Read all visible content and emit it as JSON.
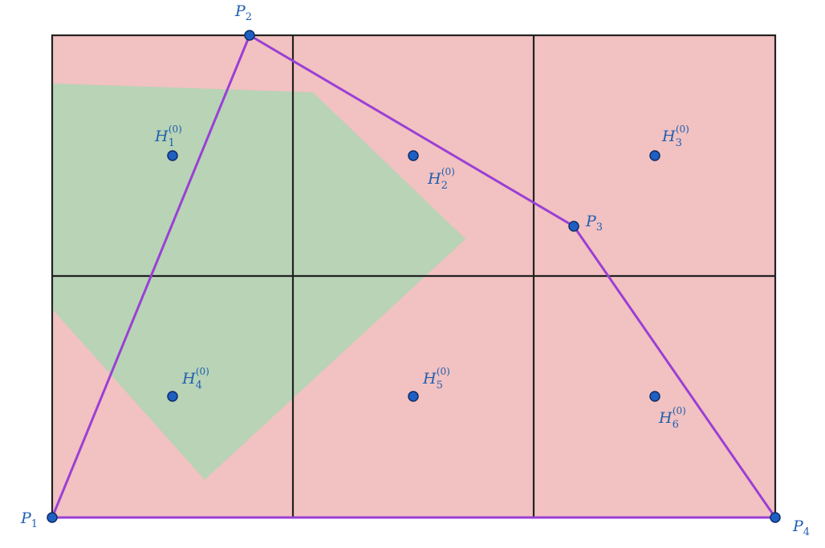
{
  "colors": {
    "cell_fill": "#f2c1c1",
    "region_fill": "#b8d3b6",
    "grid_line": "#222222",
    "polygon_line": "#9a3fd6",
    "point_fill": "#1f5fc2",
    "point_stroke": "#0d2d66",
    "label_color": "#1f5fb0"
  },
  "vertices": [
    {
      "id": "P1",
      "letter": "P",
      "sub": "1"
    },
    {
      "id": "P2",
      "letter": "P",
      "sub": "2"
    },
    {
      "id": "P3",
      "letter": "P",
      "sub": "3"
    },
    {
      "id": "P4",
      "letter": "P",
      "sub": "4"
    }
  ],
  "centers": [
    {
      "id": "H1",
      "letter": "H",
      "sub": "1",
      "sup": "(0)"
    },
    {
      "id": "H2",
      "letter": "H",
      "sub": "2",
      "sup": "(0)"
    },
    {
      "id": "H3",
      "letter": "H",
      "sub": "3",
      "sup": "(0)"
    },
    {
      "id": "H4",
      "letter": "H",
      "sub": "4",
      "sup": "(0)"
    },
    {
      "id": "H5",
      "letter": "H",
      "sub": "5",
      "sup": "(0)"
    },
    {
      "id": "H6",
      "letter": "H",
      "sub": "6",
      "sup": "(0)"
    }
  ]
}
